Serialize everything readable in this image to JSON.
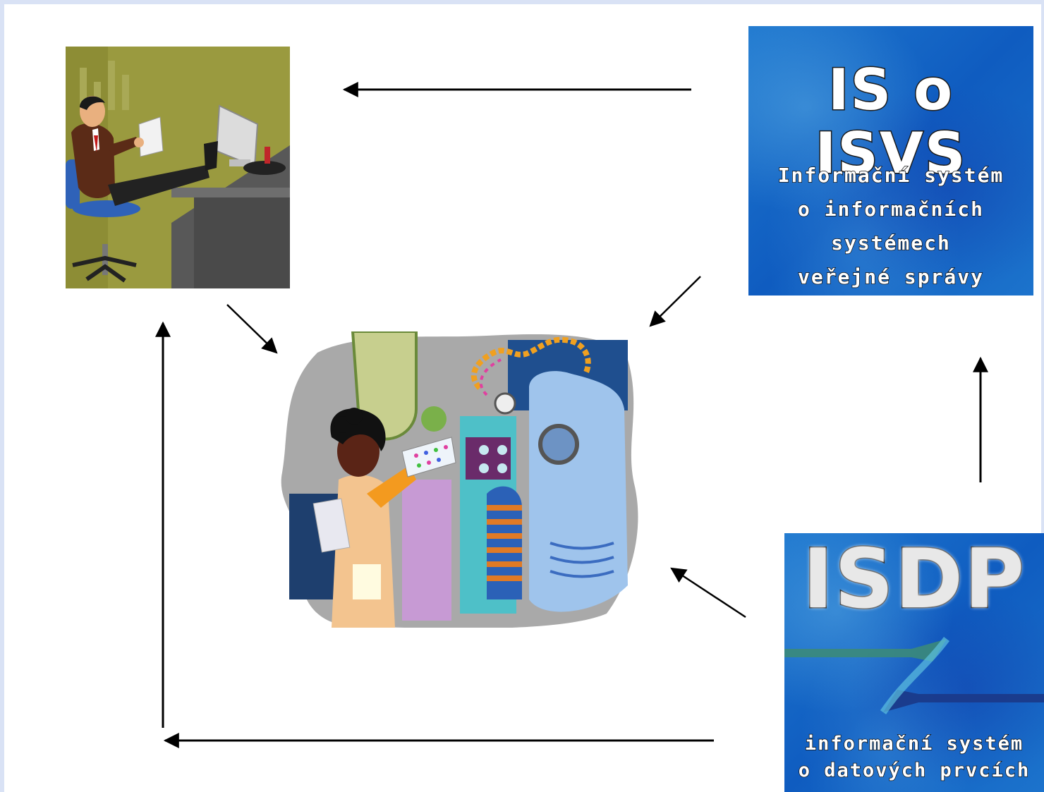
{
  "nodes": {
    "manager": {
      "icon": "office-worker-clipart-icon"
    },
    "laboratory": {
      "icon": "laboratory-worker-clipart-icon"
    },
    "isvs": {
      "title": "IS o ISVS",
      "subtitle_lines": [
        "Informační systém",
        "o informačních",
        "systémech",
        "veřejné správy"
      ],
      "background_color": "#1565c8"
    },
    "isdp": {
      "title": "ISDP",
      "subtitle_lines": [
        "informační systém",
        "o datových prvcích"
      ],
      "background_color": "#1565c8"
    }
  },
  "edges": [
    {
      "from": "isvs",
      "to": "manager"
    },
    {
      "from": "isvs",
      "to": "laboratory"
    },
    {
      "from": "manager",
      "to": "laboratory"
    },
    {
      "from": "isdp",
      "to": "isvs"
    },
    {
      "from": "isdp",
      "to": "laboratory"
    },
    {
      "from": "isdp",
      "to": "manager"
    }
  ],
  "colors": {
    "background": "#ffffff",
    "frame": "#d9e2f5",
    "arrow": "#000000"
  }
}
